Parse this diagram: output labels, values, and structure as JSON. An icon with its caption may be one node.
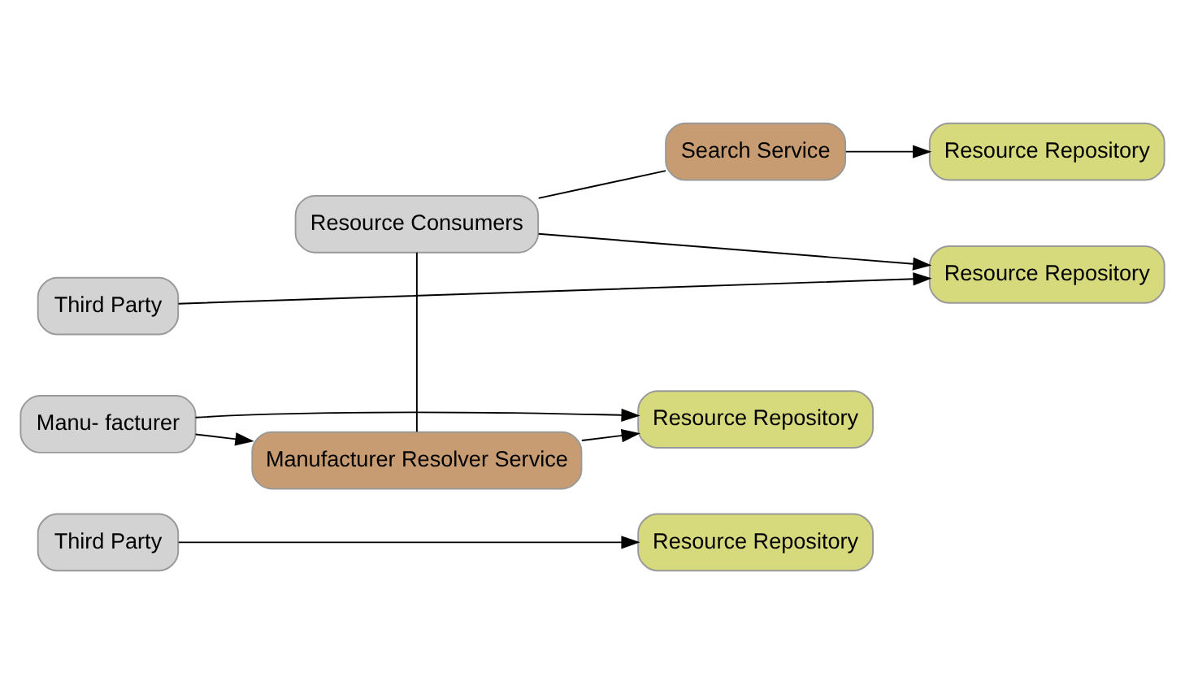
{
  "diagram": {
    "nodes": [
      {
        "text": [
          "Third Party"
        ]
      },
      {
        "text": [
          "Resource Repository"
        ]
      },
      {
        "text": [
          "Resource Repository"
        ]
      },
      {
        "text": [
          "Search Service"
        ]
      },
      {
        "text": [
          "Third Party"
        ]
      },
      {
        "text": [
          "Resource Repository"
        ]
      },
      {
        "text": [
          "Resource Repository"
        ]
      },
      {
        "text": [
          "Manu- facturer"
        ]
      },
      {
        "text": [
          "Manufacturer Resolver Service"
        ]
      },
      {
        "text": [
          "Resource Consumers"
        ]
      }
    ],
    "edges": [
      {
        "from": 0,
        "to": 1,
        "arrow": "to"
      },
      {
        "from": 3,
        "to": 2,
        "arrow": "to"
      },
      {
        "from": 4,
        "to": 6,
        "arrow": "to"
      },
      {
        "from": 7,
        "to": 5,
        "arrow": "to"
      },
      {
        "from": 7,
        "to": 8,
        "arrow": "to"
      },
      {
        "from": 8,
        "to": 5,
        "arrow": "to"
      },
      {
        "from": 9,
        "to": 8,
        "arrow": "none"
      },
      {
        "from": 9,
        "to": 6,
        "arrow": "to"
      },
      {
        "from": 9,
        "to": 3,
        "arrow": "none"
      }
    ]
  }
}
